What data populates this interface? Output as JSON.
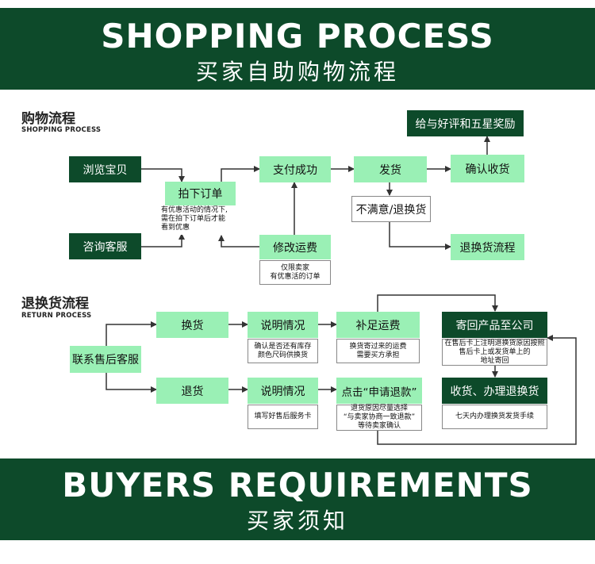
{
  "header": {
    "title_en": "SHOPPING PROCESS",
    "title_cn": "买家自助购物流程"
  },
  "shopping": {
    "title_cn": "购物流程",
    "title_en": "SHOPPING PROCESS",
    "browse": "浏览宝贝",
    "consult": "咨询客服",
    "order": "拍下订单",
    "order_note": "有优惠活动的情况下,\n需在拍下订单后才能\n看到优惠",
    "pay": "支付成功",
    "modify": "修改运费",
    "modify_note": "仅限卖家\n有优惠活的订单",
    "ship": "发货",
    "unhappy": "不满意/退换货",
    "confirm": "确认收货",
    "reward": "给与好评和五星奖励",
    "return_flow": "退换货流程"
  },
  "returns": {
    "title_cn": "退换货流程",
    "title_en": "RETURN PROCESS",
    "contact": "联系售后客服",
    "exchange": "换货",
    "explain1": "说明情况",
    "explain1_note": "确认是否还有库存\n颜色尺码供换货",
    "freight": "补足运费",
    "freight_note": "换货寄过来的运费\n需要买方承担",
    "send_back": "寄回产品至公司",
    "send_back_note": "在售后卡上注明退换货原因按照\n售后卡上或发货单上的\n地址寄回",
    "refund": "退货",
    "explain2": "说明情况",
    "explain2_note": "填写好售后服务卡",
    "apply": "点击“申请退款”",
    "apply_note": "退货原因尽量选择\n“与卖家协商一致退款”\n等待卖家确认",
    "receive": "收货、办理退换货",
    "receive_note": "七天内办理换货发货手续"
  },
  "footer": {
    "title_en": "BUYERS REQUIREMENTS",
    "title_cn": "买家须知"
  },
  "colors": {
    "dark_green": "#0d4a2a",
    "light_green": "#9af0b5",
    "line": "#333333"
  }
}
